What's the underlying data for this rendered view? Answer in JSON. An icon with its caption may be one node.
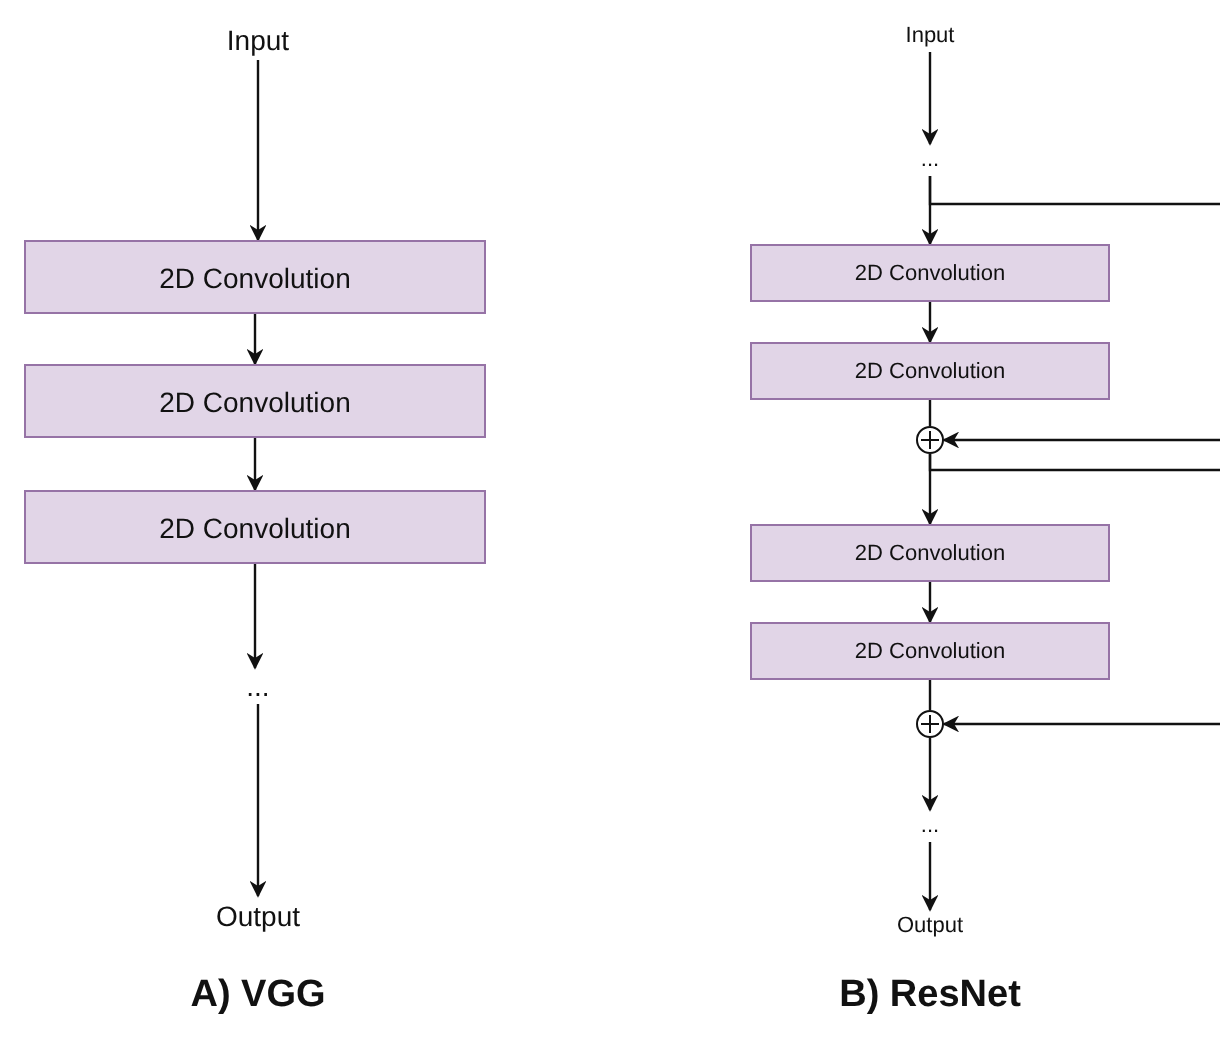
{
  "diagram": {
    "nodes": [
      {
        "text": [
          "Input"
        ]
      },
      {
        "text": [
          "2D Convolution"
        ]
      },
      {
        "text": [
          "2D Convolution"
        ]
      },
      {
        "text": [
          "2D Convolution"
        ]
      },
      {
        "text": [
          "..."
        ]
      },
      {
        "text": [
          "Output"
        ]
      },
      {
        "text": [
          "Input"
        ]
      },
      {
        "text": [
          "..."
        ]
      },
      {
        "text": [
          "2D Convolution"
        ]
      },
      {
        "text": [
          "2D Convolution"
        ]
      },
      {
        "text": [],
        "shape": "circle"
      },
      {
        "text": [
          "2D Convolution"
        ]
      },
      {
        "text": [
          "2D Convolution"
        ]
      },
      {
        "text": [],
        "shape": "circle"
      },
      {
        "text": [
          "..."
        ]
      },
      {
        "text": [
          "Output"
        ]
      }
    ],
    "edges": [
      {
        "from": 0,
        "to": 1,
        "arrow": "to"
      },
      {
        "from": 1,
        "to": 2,
        "arrow": "to"
      },
      {
        "from": 2,
        "to": 3,
        "arrow": "to"
      },
      {
        "from": 3,
        "to": 4,
        "arrow": "to"
      },
      {
        "from": 4,
        "to": 5,
        "arrow": "to"
      },
      {
        "from": 6,
        "to": 7,
        "arrow": "to"
      },
      {
        "from": 7,
        "to": 8,
        "arrow": "to"
      },
      {
        "from": 7,
        "to": null,
        "arrow": "none"
      },
      {
        "from": 8,
        "to": 9,
        "arrow": "to"
      },
      {
        "from": 9,
        "to": 10,
        "arrow": "none"
      },
      {
        "from": null,
        "to": 10,
        "arrow": "to"
      },
      {
        "from": 10,
        "to": 11,
        "arrow": "to"
      },
      {
        "from": 10,
        "to": null,
        "arrow": "none"
      },
      {
        "from": 11,
        "to": 12,
        "arrow": "to"
      },
      {
        "from": 12,
        "to": 13,
        "arrow": "none"
      },
      {
        "from": null,
        "to": 13,
        "arrow": "to"
      },
      {
        "from": 13,
        "to": 14,
        "arrow": "to"
      },
      {
        "from": 14,
        "to": 15,
        "arrow": "to"
      }
    ],
    "labels": [
      "A) VGG",
      "B) ResNet"
    ]
  }
}
